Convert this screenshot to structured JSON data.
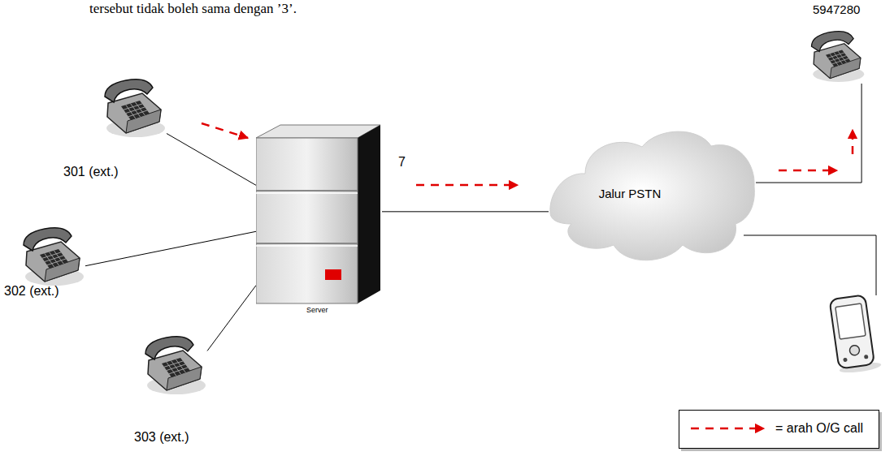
{
  "diagram": {
    "nodes": [
      {
        "text": [
          "301 (ext.)"
        ]
      },
      {
        "text": [
          "302 (ext.)"
        ]
      },
      {
        "text": [
          "303 (ext.)"
        ]
      },
      {
        "text": [
          "Server"
        ]
      },
      {
        "text": [
          "Jalur PSTN"
        ]
      },
      {
        "text": [
          "5947280"
        ]
      }
    ],
    "edges": [
      {
        "from": 0,
        "to": 3,
        "arrow": "none"
      },
      {
        "from": 1,
        "to": 3,
        "arrow": "none"
      },
      {
        "from": 2,
        "to": 3,
        "arrow": "none"
      },
      {
        "from": 3,
        "to": 4,
        "label": "7",
        "arrow": "none"
      },
      {
        "from": 4,
        "to": 5,
        "arrow": "none"
      }
    ],
    "labels": [
      "tersebut tidak boleh sama dengan ’3’."
    ],
    "legend": [
      {
        "text": "= arah O/G call"
      }
    ]
  }
}
